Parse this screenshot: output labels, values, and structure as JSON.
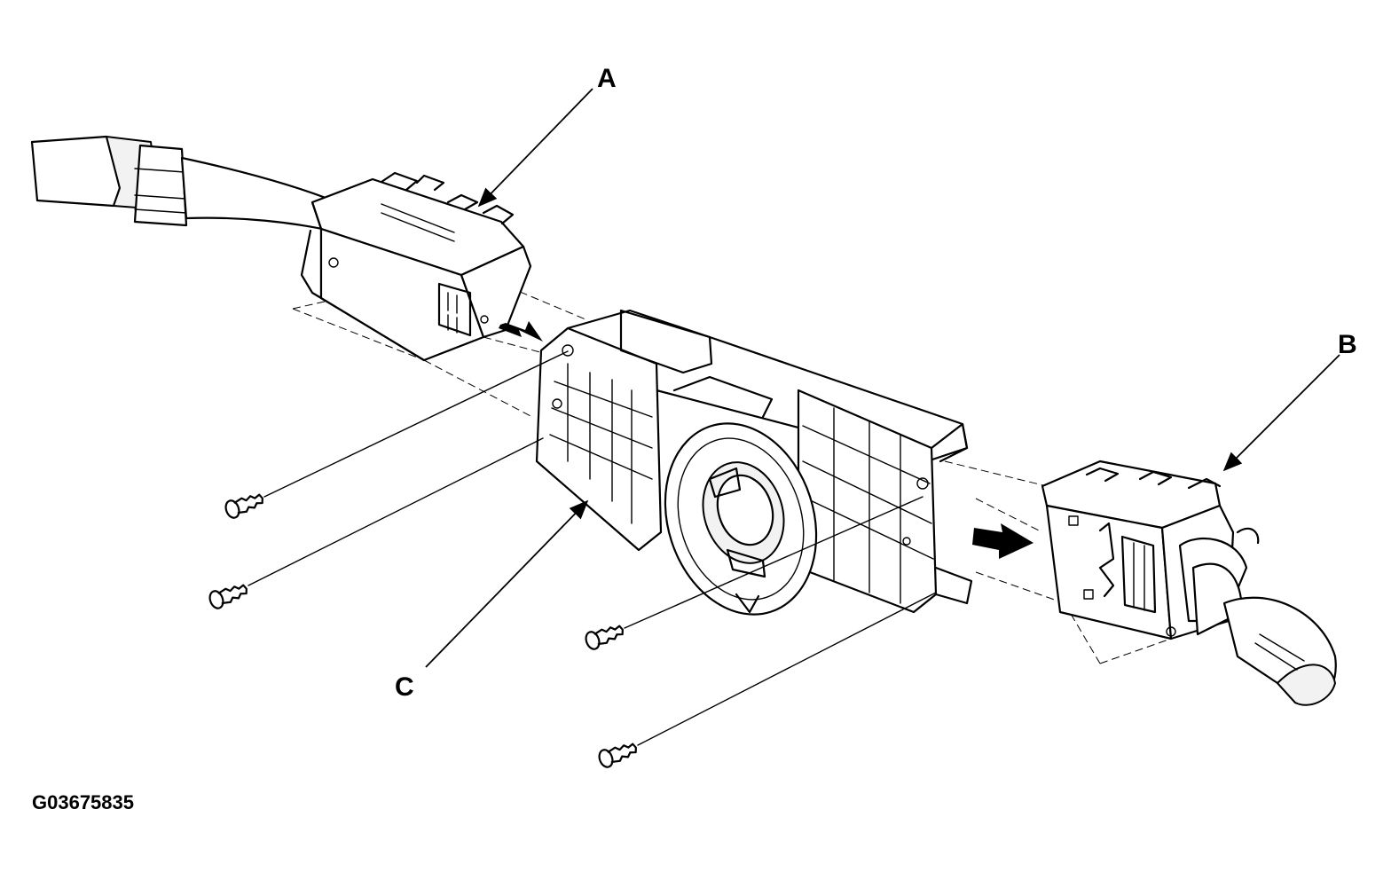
{
  "diagram": {
    "labels": {
      "a": "A",
      "b": "B",
      "c": "C"
    },
    "figure_code": "G03675835"
  }
}
